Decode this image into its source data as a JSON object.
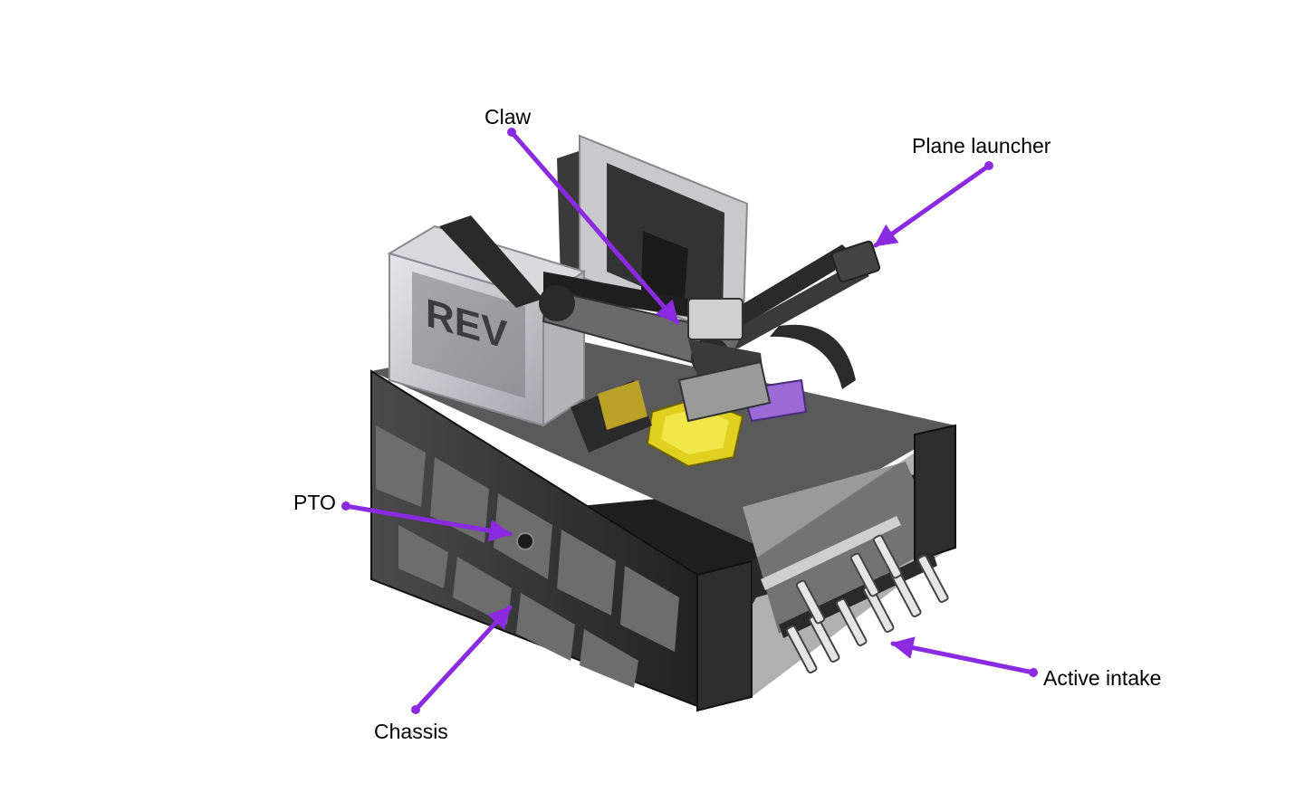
{
  "colors": {
    "background": "#ffffff",
    "callout_line": "#8a2be2",
    "callout_text": "#000000",
    "robot_dark": "#2b2b2b",
    "robot_frame": "#3a3a3a",
    "robot_metal": "#8c8c8c",
    "hub_case": "#c8c8cc",
    "accent_yellow": "#e0d020",
    "accent_purple": "#9b6ad6"
  },
  "hub_logo_text": "REV",
  "callouts": {
    "claw": {
      "label": "Claw"
    },
    "plane_launcher": {
      "label": "Plane launcher"
    },
    "pto": {
      "label": "PTO"
    },
    "chassis": {
      "label": "Chassis"
    },
    "active_intake": {
      "label": "Active intake"
    }
  }
}
